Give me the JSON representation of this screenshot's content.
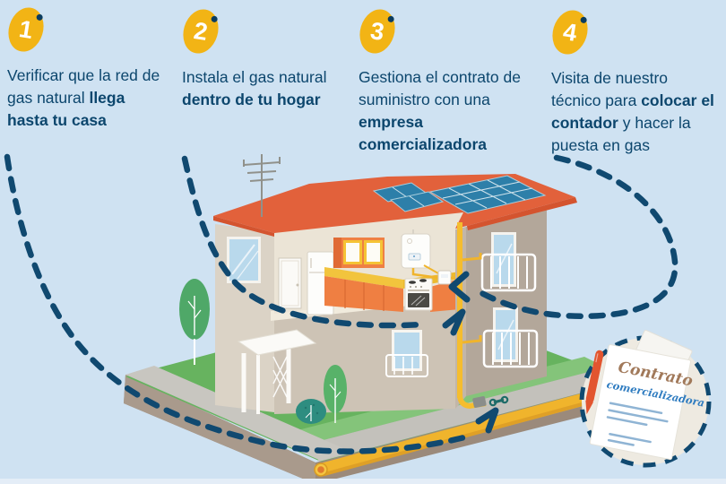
{
  "steps": [
    {
      "number": "1",
      "segments": [
        {
          "text": "Verificar que la red de gas natural ",
          "bold": false
        },
        {
          "text": "llega hasta tu casa",
          "bold": true
        }
      ]
    },
    {
      "number": "2",
      "segments": [
        {
          "text": "Instala el gas natural ",
          "bold": false
        },
        {
          "text": "dentro de tu hogar",
          "bold": true
        }
      ]
    },
    {
      "number": "3",
      "segments": [
        {
          "text": "Gestiona el contrato de suministro con una ",
          "bold": false
        },
        {
          "text": "empresa comercializadora",
          "bold": true
        }
      ]
    },
    {
      "number": "4",
      "segments": [
        {
          "text": "Visita de nuestro técnico para ",
          "bold": false
        },
        {
          "text": "colocar el contador",
          "bold": true
        },
        {
          "text": " y hacer la puesta en gas",
          "bold": false
        }
      ]
    }
  ],
  "contract_note": {
    "title": "Contrato",
    "subtitle": "comercializadora"
  },
  "colors": {
    "background": "#cfe2f2",
    "text_navy": "#0c466d",
    "arrow_navy": "#104970",
    "badge_yellow": "#f2b415",
    "roof_red": "#e2613b",
    "solar_panel_blue": "#2d7fa9",
    "grass_green": "#67b35f",
    "gas_pipe_yellow": "#f0b42c",
    "wall_beige": "#dbd3c6",
    "wall_taupe": "#b3a79a",
    "contract_title_brown": "#a1795a",
    "contract_subtitle_blue": "#2f7cc0",
    "pen_red": "#e2552f"
  },
  "illustration": {
    "description": "Isometric cutaway house showing natural gas installation",
    "elements": [
      "house",
      "kitchen",
      "boiler",
      "gas-meter",
      "gas-riser-pipe",
      "street-gas-main",
      "valve",
      "solar-panels",
      "antenna",
      "balconies",
      "pergola",
      "trees",
      "contract-document",
      "pen",
      "dashed-guide-arrows"
    ]
  }
}
